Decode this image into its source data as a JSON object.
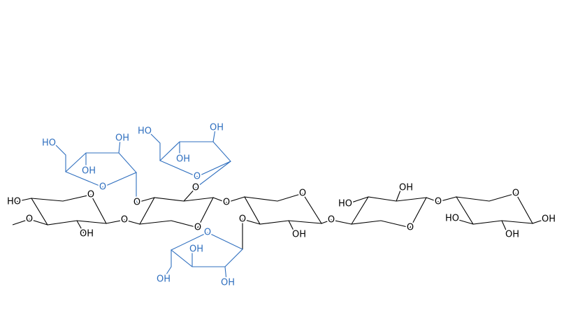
{
  "colors": {
    "backbone": "#000000",
    "side_units": "#2f6fbf"
  },
  "atoms": {
    "black": [
      "HO",
      "O",
      "O",
      "OH",
      "O",
      "O",
      "O",
      "O",
      "O",
      "O",
      "O",
      "OH",
      "O",
      "HO",
      "OH",
      "O",
      "O",
      "O",
      "HO",
      "OH",
      "OH"
    ],
    "blue": [
      "HO",
      "OH",
      "OH",
      "O",
      "HO",
      "OH",
      "OH",
      "O",
      "O",
      "OH",
      "OH",
      "OH"
    ]
  }
}
